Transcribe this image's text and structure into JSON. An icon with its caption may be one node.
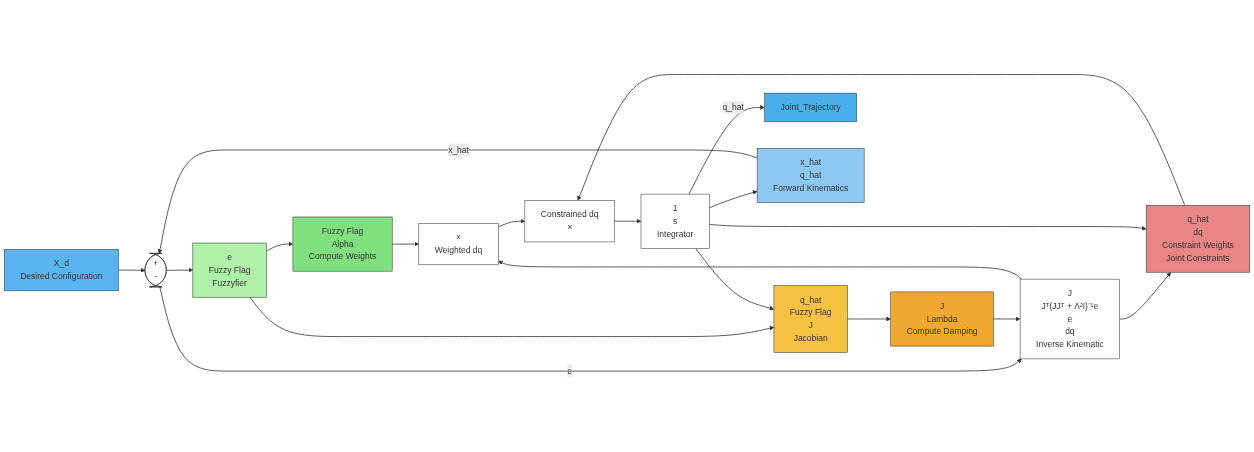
{
  "diagram": {
    "nodes": [
      {
        "text": [
          "X_d",
          "Desired Configuration"
        ]
      },
      {
        "text": [
          "+",
          "-"
        ]
      },
      {
        "text": [
          "q_hat",
          "Fuzzy Flag",
          "J",
          "Jacobian"
        ]
      },
      {
        "text": [
          "J",
          "Lambda",
          "Compute Damping"
        ]
      },
      {
        "text": [
          "q_hat",
          "dq",
          "Constraint Weights",
          "Joint Constraints"
        ]
      },
      {
        "text": [
          "J",
          "Jᵀ(JJᵀ + Λ²I)⁻¹e",
          "e",
          "dq",
          "Inverse Kinematic"
        ]
      },
      {
        "text": [
          "e",
          "Fuzzy Flag",
          "Fuzzyfier"
        ]
      },
      {
        "text": [
          "Fuzzy Flag",
          "Alpha",
          "Compute Weights"
        ]
      },
      {
        "text": [
          "×",
          "Weighted dq"
        ]
      },
      {
        "text": [
          "Constrained dq",
          "×"
        ]
      },
      {
        "text": [
          "1",
          "s",
          "Integrator"
        ]
      },
      {
        "text": [
          "Joint_Trajectory"
        ]
      },
      {
        "text": [
          "x_hat",
          "q_hat",
          "Forward Kinematics"
        ]
      }
    ],
    "edges": [
      {
        "from": 0,
        "to": 1,
        "arrow": "to"
      },
      {
        "from": 1,
        "to": 6,
        "arrow": "to"
      },
      {
        "from": 1,
        "to": 5,
        "arrow": "to",
        "label": "e"
      },
      {
        "from": 6,
        "to": 7,
        "arrow": "to"
      },
      {
        "from": 6,
        "to": 2,
        "arrow": "to"
      },
      {
        "from": 2,
        "to": 3,
        "arrow": "to"
      },
      {
        "from": 3,
        "to": 5,
        "arrow": "to"
      },
      {
        "from": 5,
        "to": 8,
        "arrow": "to"
      },
      {
        "from": 5,
        "to": 4,
        "arrow": "to"
      },
      {
        "from": 7,
        "to": 8,
        "arrow": "to"
      },
      {
        "from": 4,
        "to": 9,
        "arrow": "to"
      },
      {
        "from": 8,
        "to": 9,
        "arrow": "to"
      },
      {
        "from": 9,
        "to": 10,
        "arrow": "to"
      },
      {
        "from": 10,
        "to": 11,
        "arrow": "to",
        "label": "q_hat"
      },
      {
        "from": 10,
        "to": 12,
        "arrow": "to"
      },
      {
        "from": 10,
        "to": 2,
        "arrow": "to"
      },
      {
        "from": 10,
        "to": 4,
        "arrow": "to"
      },
      {
        "from": 12,
        "to": 1,
        "arrow": "to",
        "label": "x_hat"
      }
    ]
  }
}
